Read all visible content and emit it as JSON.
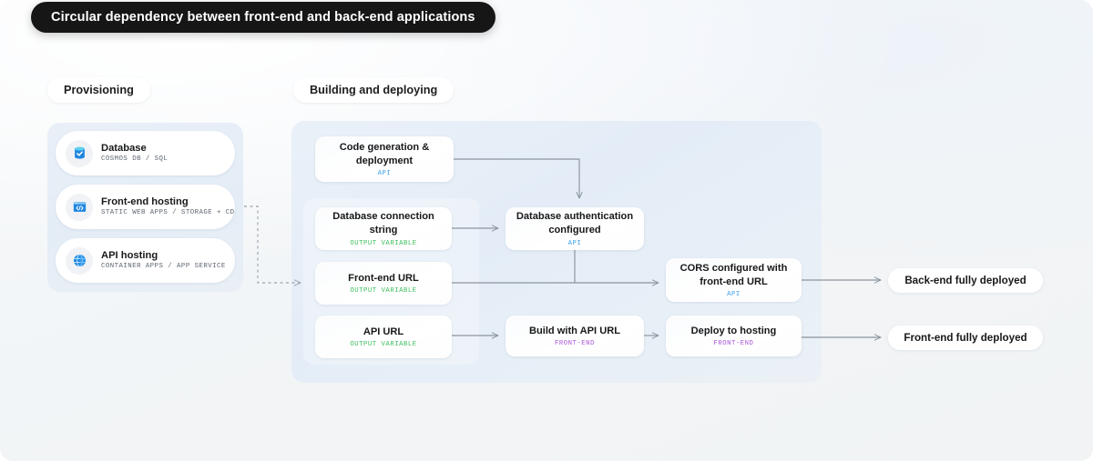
{
  "title": "Circular dependency between front-end and back-end applications",
  "sections": {
    "provisioning_label": "Provisioning",
    "building_label": "Building and deploying"
  },
  "provisioning": {
    "items": [
      {
        "icon": "database-icon",
        "title": "Database",
        "subtitle": "COSMOS DB / SQL"
      },
      {
        "icon": "code-window-icon",
        "title": "Front-end hosting",
        "subtitle": "STATIC WEB APPS / STORAGE + CDN"
      },
      {
        "icon": "globe-icon",
        "title": "API hosting",
        "subtitle": "CONTAINER APPS / APP SERVICE"
      }
    ]
  },
  "nodes": {
    "codegen": {
      "title": "Code generation & deployment",
      "tag": "API"
    },
    "dbconn": {
      "title": "Database connection string",
      "tag": "OUTPUT VARIABLE"
    },
    "feurl": {
      "title": "Front-end URL",
      "tag": "OUTPUT VARIABLE"
    },
    "apiurl": {
      "title": "API URL",
      "tag": "OUTPUT VARIABLE"
    },
    "dbauth": {
      "title": "Database authentication configured",
      "tag": "API"
    },
    "build": {
      "title": "Build with API URL",
      "tag": "FRONT-END"
    },
    "cors": {
      "title": "CORS configured with front-end URL",
      "tag": "API"
    },
    "deploy": {
      "title": "Deploy to hosting",
      "tag": "FRONT-END"
    }
  },
  "results": {
    "backend": "Back-end fully deployed",
    "frontend": "Front-end fully deployed"
  },
  "colors": {
    "tag_api": "#3b9eea",
    "tag_output_variable": "#3dbd5c",
    "tag_front_end": "#a855d8",
    "banner_bg": "#161616",
    "wire": "#8b949e"
  }
}
